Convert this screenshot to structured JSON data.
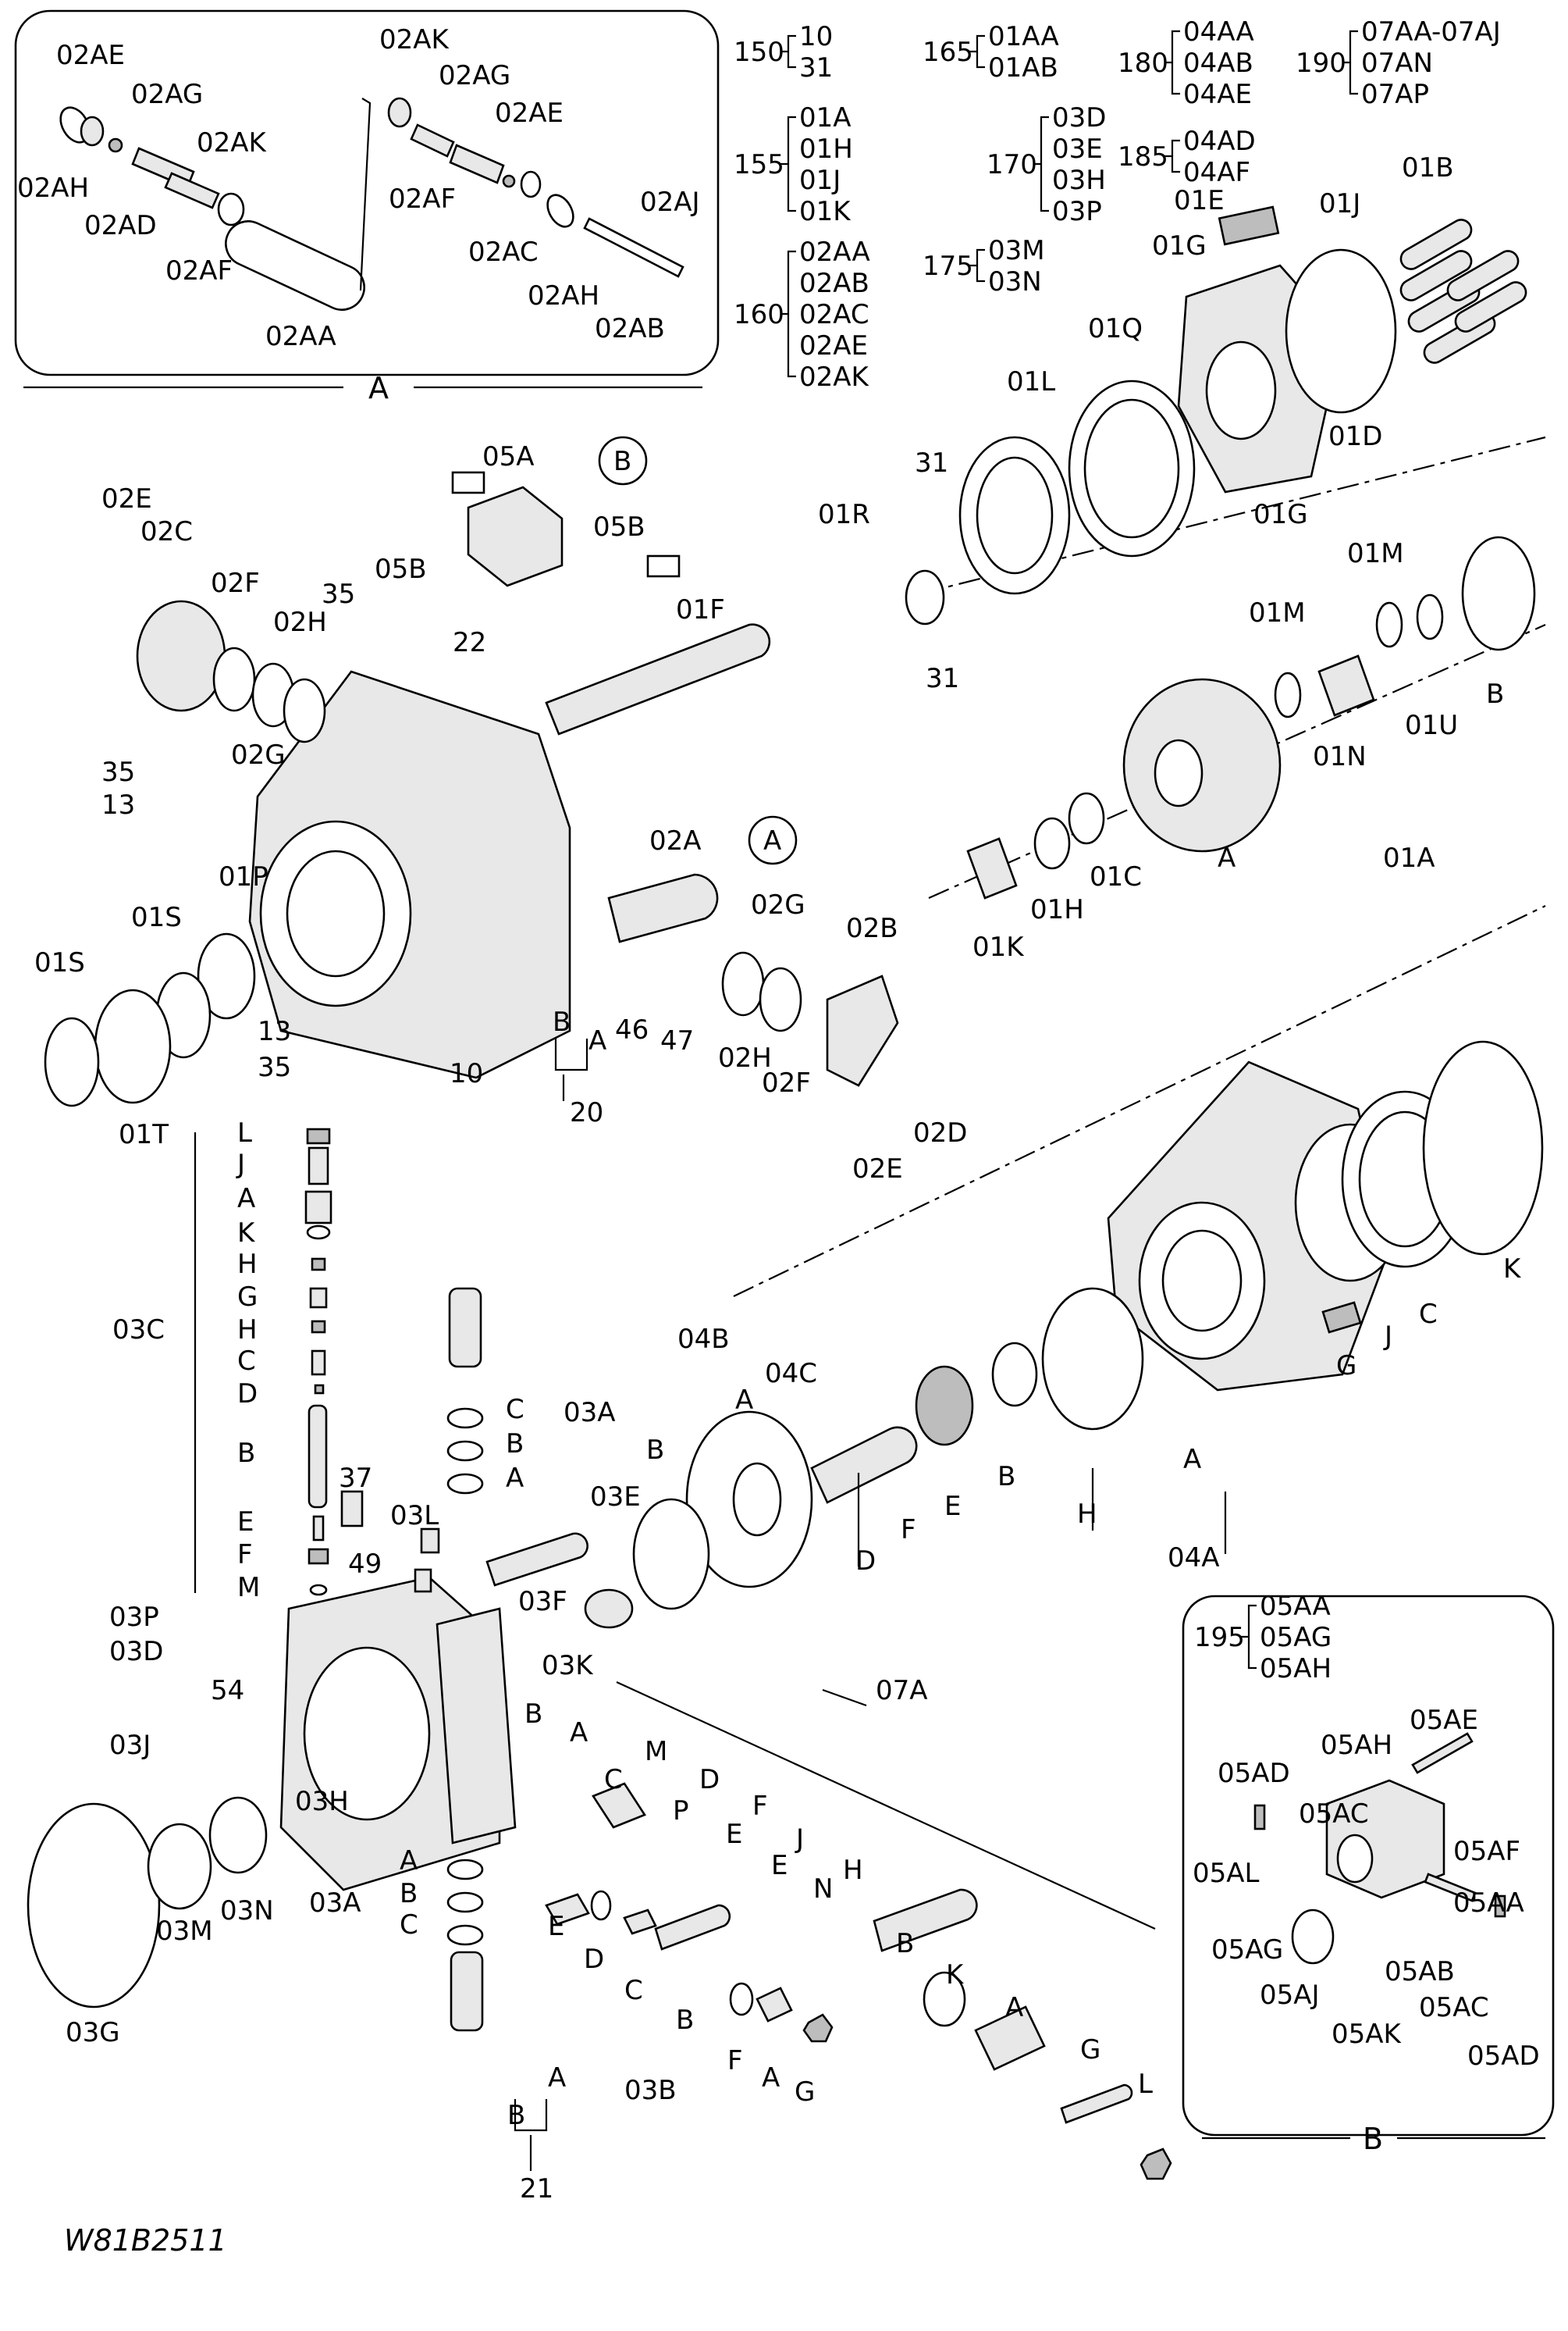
{
  "drawing_code": "W81B2511",
  "group_tables": [
    {
      "key": "150",
      "items": [
        "10",
        "31"
      ]
    },
    {
      "key": "155",
      "items": [
        "01A",
        "01H",
        "01J",
        "01K"
      ]
    },
    {
      "key": "160",
      "items": [
        "02AA",
        "02AB",
        "02AC",
        "02AE",
        "02AK"
      ]
    },
    {
      "key": "165",
      "items": [
        "01AA",
        "01AB"
      ]
    },
    {
      "key": "170",
      "items": [
        "03D",
        "03E",
        "03H",
        "03P"
      ]
    },
    {
      "key": "175",
      "items": [
        "03M",
        "03N"
      ]
    },
    {
      "key": "180",
      "items": [
        "04AA",
        "04AB",
        "04AE"
      ]
    },
    {
      "key": "185",
      "items": [
        "04AD",
        "04AF"
      ]
    },
    {
      "key": "190",
      "items": [
        "07AA-07AJ",
        "07AN",
        "07AP"
      ]
    },
    {
      "key": "195",
      "items": [
        "05AA",
        "05AG",
        "05AH"
      ]
    }
  ],
  "inset_A": {
    "title": "A",
    "labels": [
      "02AE",
      "02AG",
      "02AK",
      "02AH",
      "02AD",
      "02AF",
      "02AA",
      "02AK",
      "02AG",
      "02AE",
      "02AF",
      "02AC",
      "02AJ",
      "02AH",
      "02AB"
    ]
  },
  "inset_B": {
    "title": "B",
    "labels": [
      "05AD",
      "05AH",
      "05AE",
      "05AC",
      "05AF",
      "05AL",
      "05AA",
      "05AG",
      "05AJ",
      "05AB",
      "05AK",
      "05AC",
      "05AD"
    ]
  },
  "callouts": {
    "upper": [
      "05A",
      "B",
      "05B",
      "05B",
      "02E",
      "02C",
      "02F",
      "35",
      "02H",
      "22",
      "01F",
      "02G",
      "35",
      "13",
      "01P",
      "01S",
      "01S",
      "10",
      "13",
      "35",
      "01T",
      "02A",
      "A",
      "02G",
      "02B",
      "46",
      "47",
      "02H",
      "02F",
      "02D",
      "02E",
      "B",
      "A",
      "20"
    ],
    "rotary": [
      "31",
      "01L",
      "01Q",
      "01E",
      "01G",
      "01J",
      "01B",
      "01D",
      "01G",
      "01R",
      "31",
      "01M",
      "01M",
      "01N",
      "01U",
      "B",
      "01C",
      "01H",
      "01K",
      "A",
      "01A"
    ],
    "motor": [
      "K",
      "C",
      "J",
      "G",
      "A",
      "04A",
      "H",
      "B",
      "E",
      "F",
      "D",
      "04C",
      "04B",
      "A",
      "B"
    ],
    "valve_03C": [
      "L",
      "J",
      "A",
      "K",
      "H",
      "G",
      "H",
      "C",
      "D",
      "B",
      "E",
      "F",
      "M",
      "03C"
    ],
    "plate": [
      "03A",
      "C",
      "B",
      "A",
      "37",
      "03L",
      "49",
      "03E",
      "03F",
      "03P",
      "03D",
      "54",
      "03J",
      "03H",
      "03N",
      "03M",
      "03G",
      "03K",
      "B",
      "A",
      "03A",
      "A",
      "B",
      "C",
      "B",
      "A",
      "21"
    ],
    "valve_07A": [
      "07A",
      "C",
      "M",
      "P",
      "D",
      "E",
      "F",
      "E",
      "J",
      "N",
      "H",
      "B",
      "K",
      "A",
      "G",
      "L",
      "E",
      "D",
      "C",
      "B",
      "F",
      "A",
      "G",
      "03B"
    ]
  }
}
